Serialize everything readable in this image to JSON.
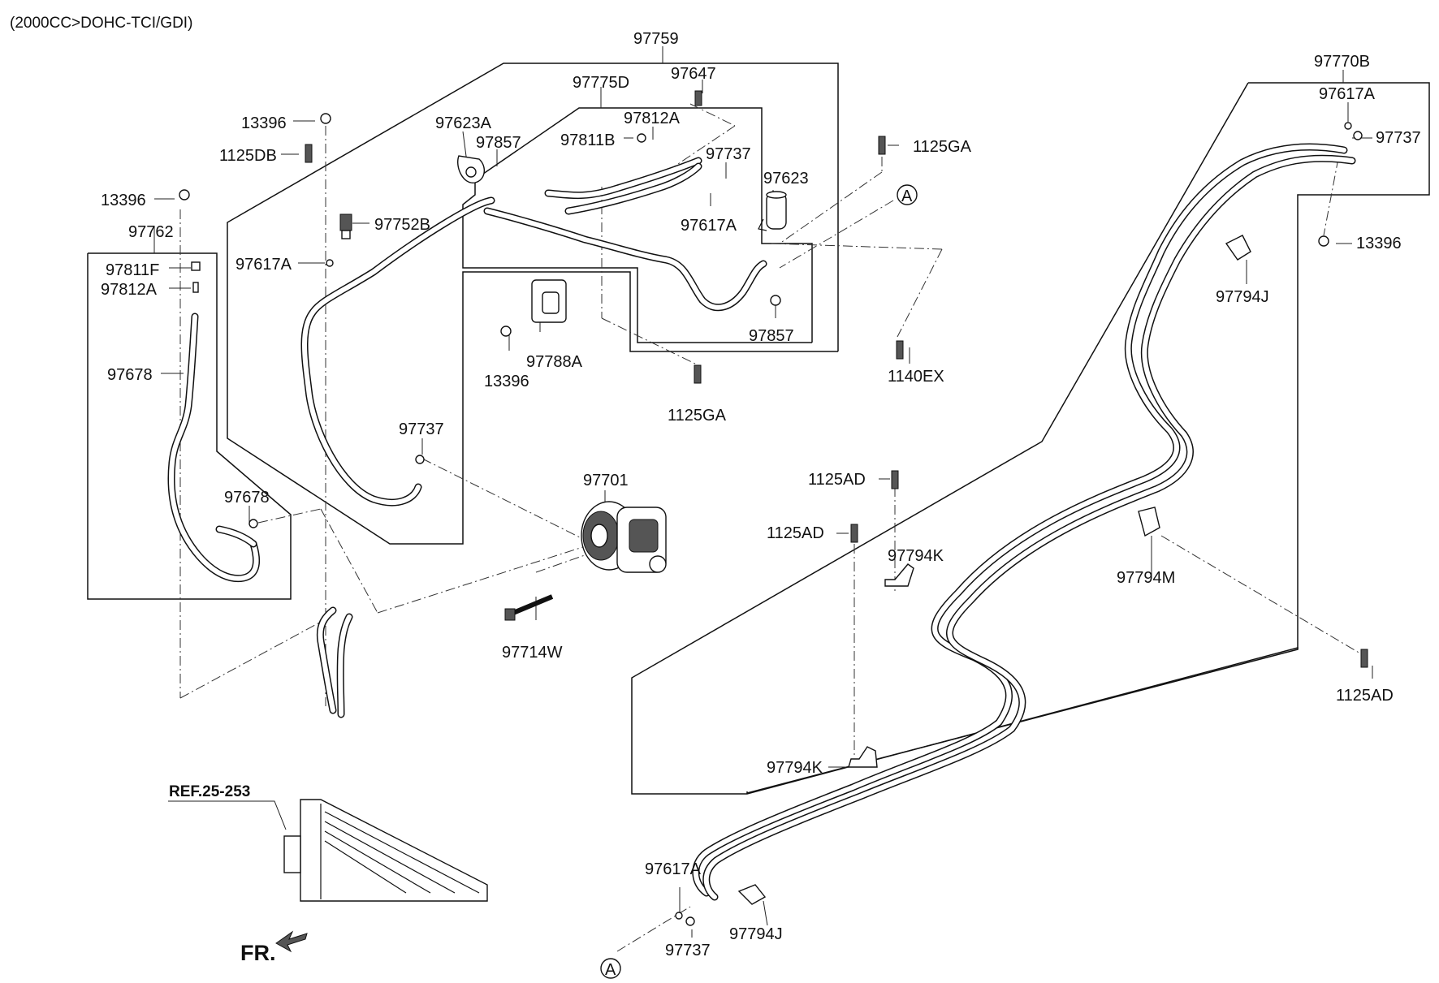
{
  "header": {
    "engine_note": "(2000CC>DOHC-TCI/GDI)"
  },
  "labels": {
    "l97759": "97759",
    "l97775D": "97775D",
    "l97647": "97647",
    "l97623A": "97623A",
    "l97857_top": "97857",
    "l97812A_top": "97812A",
    "l97811B": "97811B",
    "l97737_top": "97737",
    "l97623": "97623",
    "l97617A_mid": "97617A",
    "l1125GA_top": "1125GA",
    "l13396_top": "13396",
    "l1125DB": "1125DB",
    "l97752B": "97752B",
    "l13396_left": "13396",
    "l97762": "97762",
    "l97617A_left": "97617A",
    "l97811F": "97811F",
    "l97812A_left": "97812A",
    "l97678_upper": "97678",
    "l97678_lower": "97678",
    "l13396_mid": "13396",
    "l97788A": "97788A",
    "l97857_right": "97857",
    "l1125GA_mid": "1125GA",
    "l1140EX": "1140EX",
    "l97737_mid": "97737",
    "l97701": "97701",
    "l97714W": "97714W",
    "l97770B": "97770B",
    "l97617A_right": "97617A",
    "l97737_right": "97737",
    "l13396_right": "13396",
    "l97794J_right": "97794J",
    "l1125AD_1": "1125AD",
    "l1125AD_2": "1125AD",
    "l97794K_upper": "97794K",
    "l97794M": "97794M",
    "l1125AD_right": "1125AD",
    "l97794K_lower": "97794K",
    "l97617A_bottom": "97617A",
    "l97737_bottom": "97737",
    "l97794J_bottom": "97794J",
    "ref": "REF.25-253",
    "fr": "FR.",
    "circle_a_top": "A",
    "circle_a_bottom": "A"
  }
}
